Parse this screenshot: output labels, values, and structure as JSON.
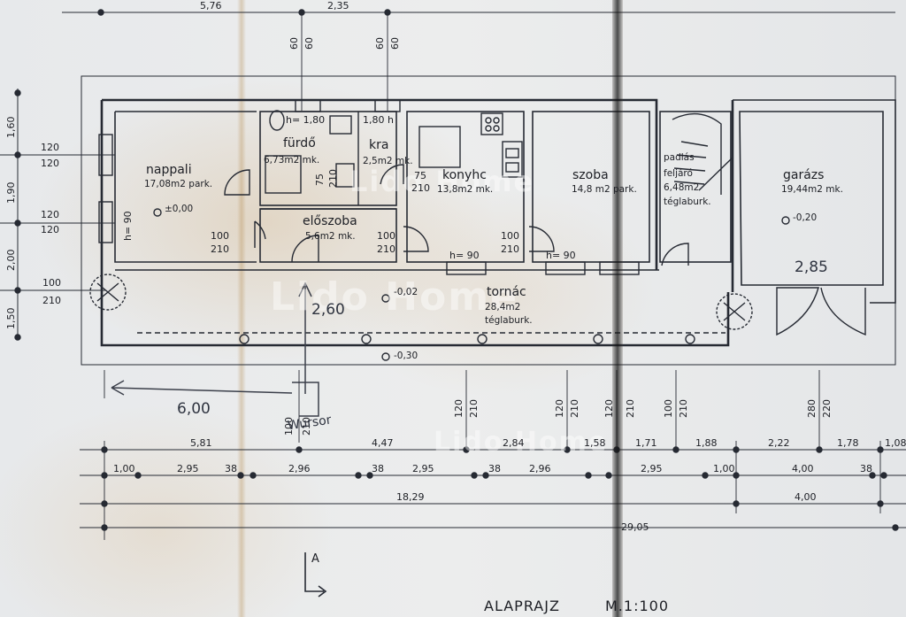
{
  "rooms": {
    "nappali": {
      "name": "nappali",
      "area": "17,08m2 park."
    },
    "furdo": {
      "name": "fürdő",
      "area": "6,73m2 mk."
    },
    "kra": {
      "name": "kra",
      "area": "2,5m2 mk."
    },
    "konyha": {
      "name": "konyhc",
      "area": "13,8m2 mk."
    },
    "szoba": {
      "name": "szoba",
      "area": "14,8 m2 park."
    },
    "padlas": {
      "name": "padlás",
      "line2": "feljáró",
      "area": "6,48m2",
      "floor": "téglaburk."
    },
    "garazs": {
      "name": "garázs",
      "area": "19,44m2 mk."
    },
    "eloszoba": {
      "name": "előszoba",
      "area": "5,6m2 mk."
    },
    "tornac": {
      "name": "tornác",
      "area": "28,4m2",
      "floor": "téglaburk."
    }
  },
  "levels": {
    "nappali": "±0,00",
    "tornac": "-0,02",
    "outside": "-0,30",
    "garazs": "-0,20"
  },
  "openings": {
    "nappali_window": "h= 90",
    "nappali_door_a": "100",
    "nappali_door_b": "210",
    "eloszoba_door_a": "100",
    "eloszoba_door_b": "210",
    "konyha_door_a": "75",
    "konyha_door_b": "210",
    "furdo_door_a": "75",
    "furdo_door_b": "210",
    "szoba_door_a": "100",
    "szoba_door_b": "210",
    "konyha_window": "h= 90",
    "szoba_window": "h= 90",
    "furdo_window": "h= 1,80",
    "kra_window": "1,80 h",
    "porch_door_a": "100",
    "porch_door_b": "210"
  },
  "top_dims": {
    "a": "5,76",
    "b": "2,35",
    "c1": "60",
    "c2": "60",
    "d1": "60",
    "d2": "60"
  },
  "left_dims": {
    "h1": "1,60",
    "h2": "1,90",
    "h3": "2,00",
    "h4": "1,50",
    "w1a": "120",
    "w1b": "120",
    "w2a": "120",
    "w2b": "120",
    "w3a": "100",
    "w3b": "210"
  },
  "bottom_vdims": {
    "a1": "100",
    "a2": "210",
    "b1": "120",
    "b2": "210",
    "c1": "120",
    "c2": "210",
    "d1": "120",
    "d2": "210",
    "e1": "100",
    "e2": "210",
    "f1": "280",
    "f2": "220"
  },
  "row1": [
    "5,81",
    "4,47",
    "2,84",
    "1,58",
    "1,71",
    "1,88",
    "2,22",
    "1,78",
    "1,08"
  ],
  "row2": [
    "1,00",
    "2,95",
    "38",
    "2,96",
    "38",
    "2,95",
    "38",
    "2,96",
    "2,95",
    "1,00",
    "4,00",
    "38"
  ],
  "row3": {
    "total": "18,29",
    "garage": "4,00"
  },
  "row4": {
    "total": "29,05"
  },
  "handwritten": {
    "porch_width": "2,60",
    "length": "6,00",
    "garage_width": "2,85",
    "note": "Wursor"
  },
  "section_mark": "A",
  "title": "ALAPRAJZ",
  "scale": "M.1:100",
  "watermark": "Lido Home"
}
